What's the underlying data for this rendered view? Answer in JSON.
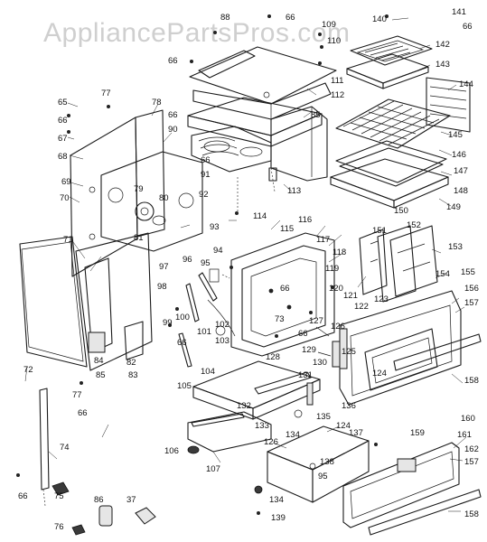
{
  "watermark": "AppliancePartsPros.com",
  "part_numbers": [
    "65",
    "66",
    "67",
    "68",
    "69",
    "70",
    "71",
    "72",
    "73",
    "74",
    "75",
    "76",
    "77",
    "78",
    "79",
    "80",
    "81",
    "82",
    "83",
    "84",
    "85",
    "86",
    "37",
    "88",
    "90",
    "91",
    "92",
    "93",
    "94",
    "95",
    "96",
    "97",
    "98",
    "99",
    "100",
    "101",
    "102",
    "103",
    "104",
    "105",
    "106",
    "107",
    "109",
    "110",
    "111",
    "112",
    "113",
    "114",
    "115",
    "116",
    "117",
    "118",
    "119",
    "120",
    "121",
    "122",
    "123",
    "124",
    "125",
    "126",
    "127",
    "128",
    "129",
    "130",
    "131",
    "132",
    "133",
    "134",
    "135",
    "136",
    "137",
    "138",
    "139",
    "140",
    "141",
    "142",
    "143",
    "144",
    "145",
    "146",
    "147",
    "148",
    "149",
    "150",
    "151",
    "152",
    "153",
    "154",
    "155",
    "156",
    "157",
    "158",
    "159",
    "160",
    "161",
    "162"
  ]
}
